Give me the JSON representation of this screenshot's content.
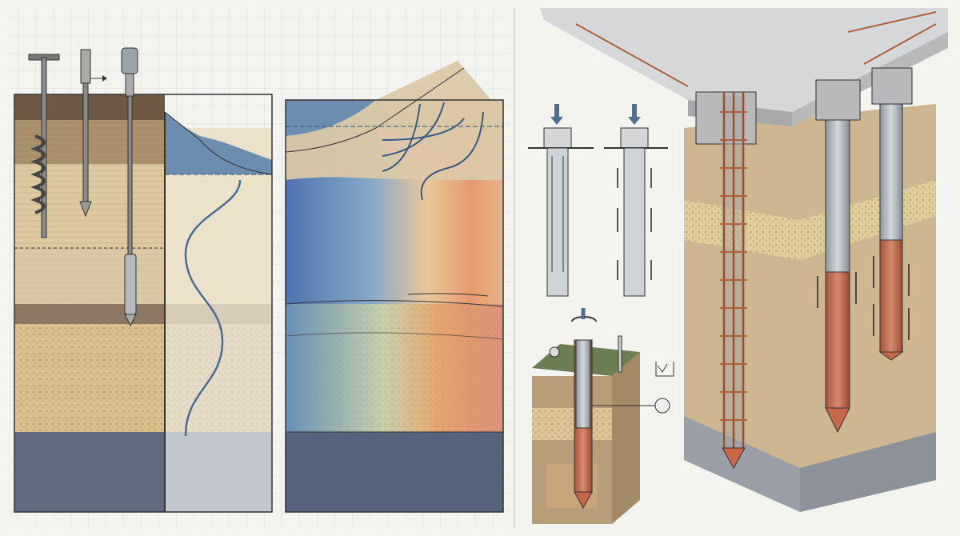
{
  "colors": {
    "paper": "#f3f3f0",
    "grid": "#dcdde0",
    "topsoil": "#6e5a44",
    "brown_layer": "#a88f6a",
    "tan_layer": "#dcc9a0",
    "sand_layer": "#d8bf8c",
    "bedrock": "#5f6a7c",
    "water": "#6d8db0",
    "concrete": "#c9cacb",
    "rebar": "#b0603c",
    "steel_pile": "#aab1b8"
  },
  "panels": [
    {
      "name": "soil-investigation-profile",
      "icons": [
        "t-handle-auger-icon",
        "probe-rod-icon",
        "piezometer-probe-icon",
        "groundwater-curve-icon"
      ]
    },
    {
      "name": "groundwater-flow-section",
      "icons": [
        "flow-arrows-icon",
        "hill-icon",
        "water-surface-icon"
      ]
    },
    {
      "name": "pile-foundation-detail",
      "icons": [
        "load-arrow-icon",
        "friction-arrows-icon",
        "rotation-arrow-icon",
        "gauge-icon",
        "thermometer-icon",
        "water-level-icon",
        "rebar-cage-icon"
      ]
    }
  ]
}
